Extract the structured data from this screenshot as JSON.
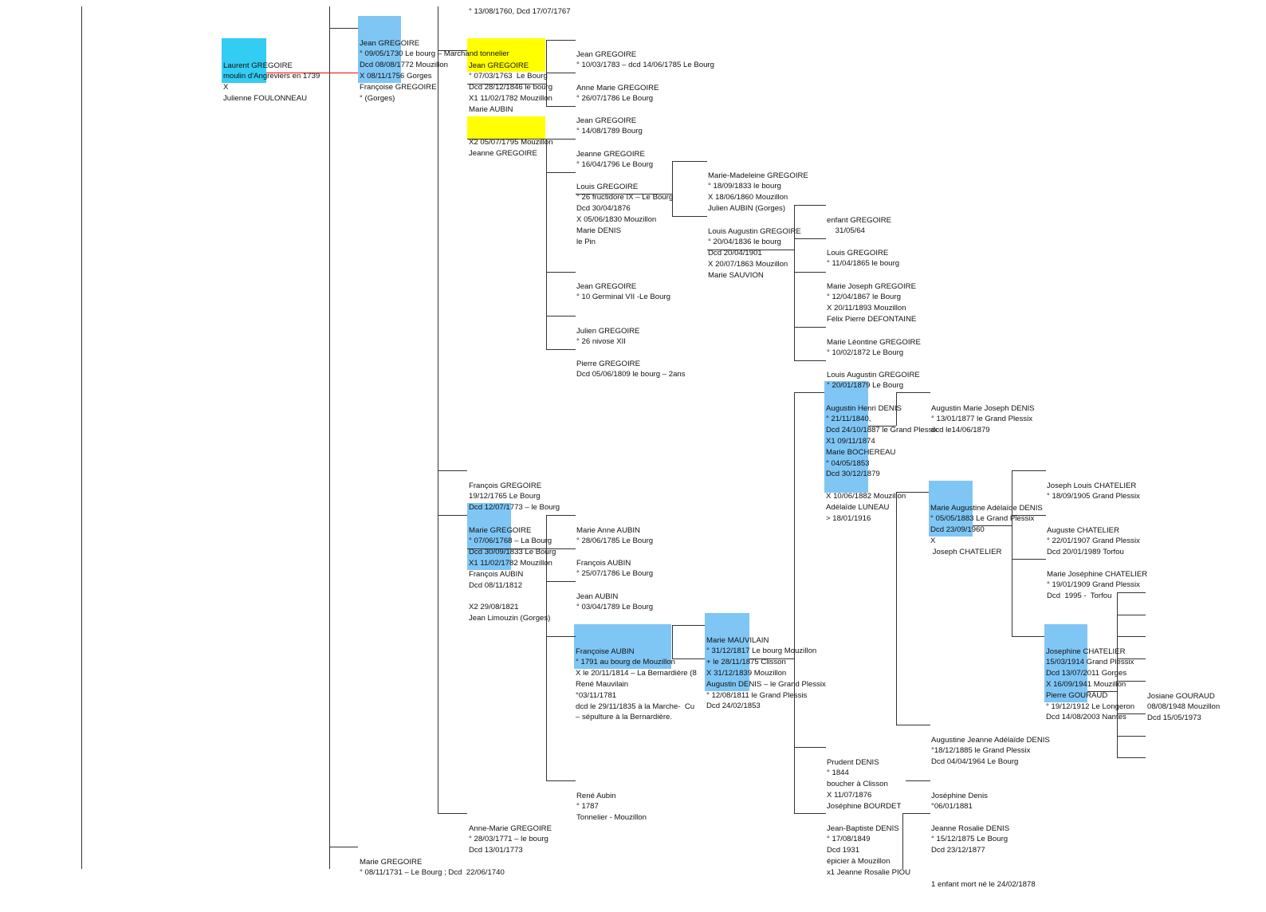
{
  "tree": {
    "top_note": "° 13/08/1760, Dcd 17/07/1767",
    "nodes": {
      "laurent": [
        "Laurent GREGOIRE",
        "moulin d'Angreviers en 1739",
        "X",
        "Julienne FOULONNEAU"
      ],
      "jean_1730": [
        "Jean GREGOIRE",
        "° 09/05/1730 Le bourg – Marchand tonnelier",
        "Dcd 08/08/1772 Mouzillon",
        "X 08/11/1756 Gorges",
        "Françoise GREGOIRE",
        "° (Gorges)"
      ],
      "jean_1763": [
        "Jean GREGOIRE",
        "° 07/03/1763  Le Bourg",
        "Dcd 28/12/1846 le bourg",
        "X1 11/02/1782 Mouzillon",
        "Marie AUBIN",
        "",
        "",
        "X2 05/07/1795 Mouzillon",
        "Jeanne GREGOIRE"
      ],
      "c1": [
        "Jean GREGOIRE",
        "° 10/03/1783 – dcd 14/06/1785 Le Bourg"
      ],
      "c2": [
        "Anne Marie GREGOIRE",
        "° 26/07/1786 Le Bourg"
      ],
      "c3": [
        "Jean GREGOIRE",
        "° 14/08/1789 Bourg"
      ],
      "c4": [
        "Jeanne GREGOIRE",
        "° 16/04/1796 Le Bourg"
      ],
      "louis": [
        "Louis GREGOIRE",
        "° 26 fructidore IX – Le Bourg",
        "Dcd 30/04/1876",
        "X 05/06/1830 Mouzillon",
        "Marie DENIS",
        "le Pin"
      ],
      "madeleine": [
        "Marie-Madeleine GREGOIRE",
        "° 18/09/1833 le bourg",
        "X 18/06/1860 Mouzillon",
        "Julien AUBIN (Gorges)"
      ],
      "louis_aug": [
        "Louis Augustin GREGOIRE",
        "° 20/04/1836 le bourg",
        "Dcd 20/04/1901",
        "X 20/07/1863 Mouzillon",
        "Marie SAUVION"
      ],
      "enfant": [
        "enfant GREGOIRE",
        "    31/05/64"
      ],
      "louis_1865": [
        "Louis GREGOIRE",
        "° 11/04/1865 le bourg"
      ],
      "marie_joseph": [
        "Marie Joseph GREGOIRE",
        "° 12/04/1867 le Bourg",
        "X 20/11/1893 Mouzillon",
        "Félix Pierre DEFONTAINE"
      ],
      "leontine": [
        "Marie Léontine GREGOIRE",
        "° 10/02/1872 Le Bourg"
      ],
      "louis_aug_1879": [
        "Louis Augustin GREGOIRE",
        "° 20/01/1879 Le Bourg"
      ],
      "c5": [
        "Jean GREGOIRE",
        "° 10 Germinal VII -Le Bourg"
      ],
      "c6": [
        "Julien GREGOIRE",
        "° 26 nivose XII"
      ],
      "c7": [
        "Pierre GREGOIRE",
        "Dcd 05/06/1809 le bourg – 2ans"
      ],
      "francois": [
        "François GREGOIRE",
        "19/12/1765 Le Bourg",
        "Dcd 12/07/1773 – le Bourg"
      ],
      "marie_1768": [
        "Marie GREGOIRE",
        "° 07/06/1768 – La Bourg",
        "Dcd 30/09/1833 Le Bourg",
        "X1 11/02/1782 Mouzillon",
        "François AUBIN",
        "Dcd 08/11/1812",
        "",
        "X2 29/08/1821",
        "Jean Limouzin (Gorges)"
      ],
      "ma1": [
        "Marie Anne AUBIN",
        "° 28/06/1785 Le Bourg"
      ],
      "ma2": [
        "François AUBIN",
        "° 25/07/1786 Le Bourg"
      ],
      "ma3": [
        "Jean AUBIN",
        "° 03/04/1789 Le Bourg"
      ],
      "francoise_aubin": [
        "Françoise AUBIN",
        "° 1791 au bourg de Mouzillon",
        "X le 20/11/1814 – La Bernardière (8",
        "René Mauvilain",
        "°03/11/1781",
        "dcd le 29/11/1835 à la Marche-  Cu",
        "– sépulture à la Bernardière."
      ],
      "mauvilain": [
        "Marie MAUVILAIN",
        "° 31/12/1817 Le bourg Mouzillon",
        "+ le 28/11/1875 Clisson",
        "X 31/12/1839 Mouzillon",
        "Augustin DENIS – le Grand Plessix",
        "° 12/08/1811 le Grand Plessis",
        "Dcd 24/02/1853"
      ],
      "rene": [
        "René Aubin",
        "° 1787",
        "Tonnelier - Mouzillon"
      ],
      "anne_marie": [
        "Anne-Marie GREGOIRE",
        "° 28/03/1771 – le bourg",
        "Dcd 13/01/1773"
      ],
      "marie_1731": [
        "Marie GREGOIRE",
        "° 08/11/1731 – Le Bourg ; Dcd  22/06/1740"
      ],
      "augustin_henri": [
        "Augustin Henri DENIS",
        "° 21/11/1840,",
        "Dcd 24/10/1887 le Grand Plessix",
        "X1 09/11/1874",
        "Marie BOCHEREAU",
        "° 04/05/1853",
        "Dcd 30/12/1879",
        "",
        "X 10/06/1882 Mouzillon",
        "Adélaïde LUNEAU",
        "> 18/01/1916"
      ],
      "aug_marie_joseph": [
        "Augustin Marie Joseph DENIS",
        "° 13/01/1877 le Grand Plessix",
        "dcd le14/06/1879"
      ],
      "marie_aug_adelaide": [
        "Marie Augustine Adélaïde DENIS",
        "° 05/05/1883 Le Grand Plessix",
        "Dcd 23/09/1960",
        "X",
        " Joseph CHATELIER"
      ],
      "joseph_louis": [
        "Joseph Louis CHATELIER",
        "° 18/09/1905 Grand Plessix"
      ],
      "auguste": [
        "Auguste CHATELIER",
        "° 22/01/1907 Grand Plessix",
        "Dcd 20/01/1989 Torfou"
      ],
      "marie_josephine": [
        "Marie Joséphine CHATELIER",
        "° 19/01/1909 Grand Plessix",
        "Dcd  1995 -  Torfou"
      ],
      "josephine": [
        "Josephine CHATELIER",
        "15/03/1914 Grand Plessix",
        "Dcd 13/07/2011 Gorges",
        "X 16/09/1941 Mouzillon",
        "Pierre GOURAUD",
        "° 19/12/1912 Le Longeron",
        "Dcd 14/08/2003 Nantes"
      ],
      "josiane": [
        "Josiane GOURAUD",
        "08/08/1948 Mouzillon",
        "Dcd 15/05/1973"
      ],
      "aug_jeanne": [
        "Augustine Jeanne Adélaïde DENIS",
        "°18/12/1885 le Grand Plessix",
        "Dcd 04/04/1964 Le Bourg"
      ],
      "prudent": [
        "Prudent DENIS",
        "° 1844",
        "boucher à Clisson",
        "X 11/07/1876",
        "Joséphine BOURDET"
      ],
      "josephine_denis": [
        "Joséphine Denis",
        "°06/01/1881"
      ],
      "jean_baptiste": [
        "Jean-Baptiste DENIS",
        "° 17/08/1849",
        "Dcd 1931",
        "épicier à Mouzillon",
        "x1 Jeanne Rosalie PIOU"
      ],
      "jeanne_rosalie": [
        "Jeanne Rosalie DENIS",
        "° 15/12/1875 Le Bourg",
        "Dcd 23/12/1877"
      ],
      "enfant_mort": [
        "1 enfant mort né le 24/02/1878"
      ]
    }
  },
  "colors": {
    "highlight_cyan": "#33ccf2",
    "highlight_blue": "#7fc6f5",
    "highlight_yellow": "#ffff00",
    "line": "#333333",
    "marriage_line": "#ff0000"
  }
}
